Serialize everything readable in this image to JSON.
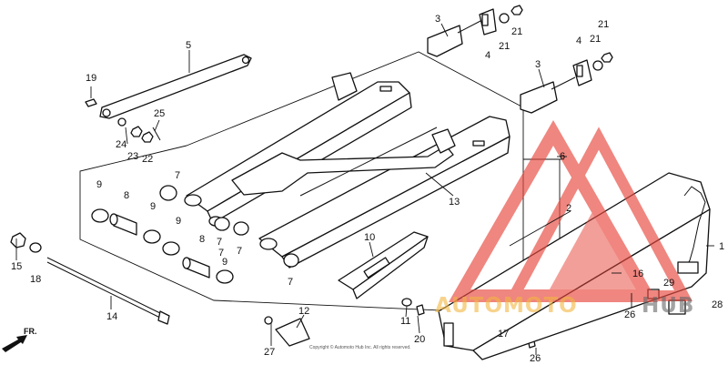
{
  "diagram": {
    "callouts": [
      "1",
      "2",
      "3",
      "3",
      "4",
      "4",
      "5",
      "6",
      "7",
      "7",
      "7",
      "7",
      "7",
      "8",
      "8",
      "9",
      "9",
      "9",
      "9",
      "10",
      "11",
      "12",
      "13",
      "14",
      "15",
      "16",
      "17",
      "18",
      "19",
      "20",
      "21",
      "21",
      "21",
      "21",
      "22",
      "23",
      "24",
      "25",
      "26",
      "26",
      "27",
      "28",
      "29"
    ]
  },
  "fr_label": "FR.",
  "copyright": "Copyright © Automoto Hub Inc. All rights reserved.",
  "watermark": {
    "left": "AUTOMOTO",
    "right": "HUB",
    "colors": {
      "logo": "#e8473c",
      "text": "#f2b640",
      "hub": "#666666"
    }
  }
}
